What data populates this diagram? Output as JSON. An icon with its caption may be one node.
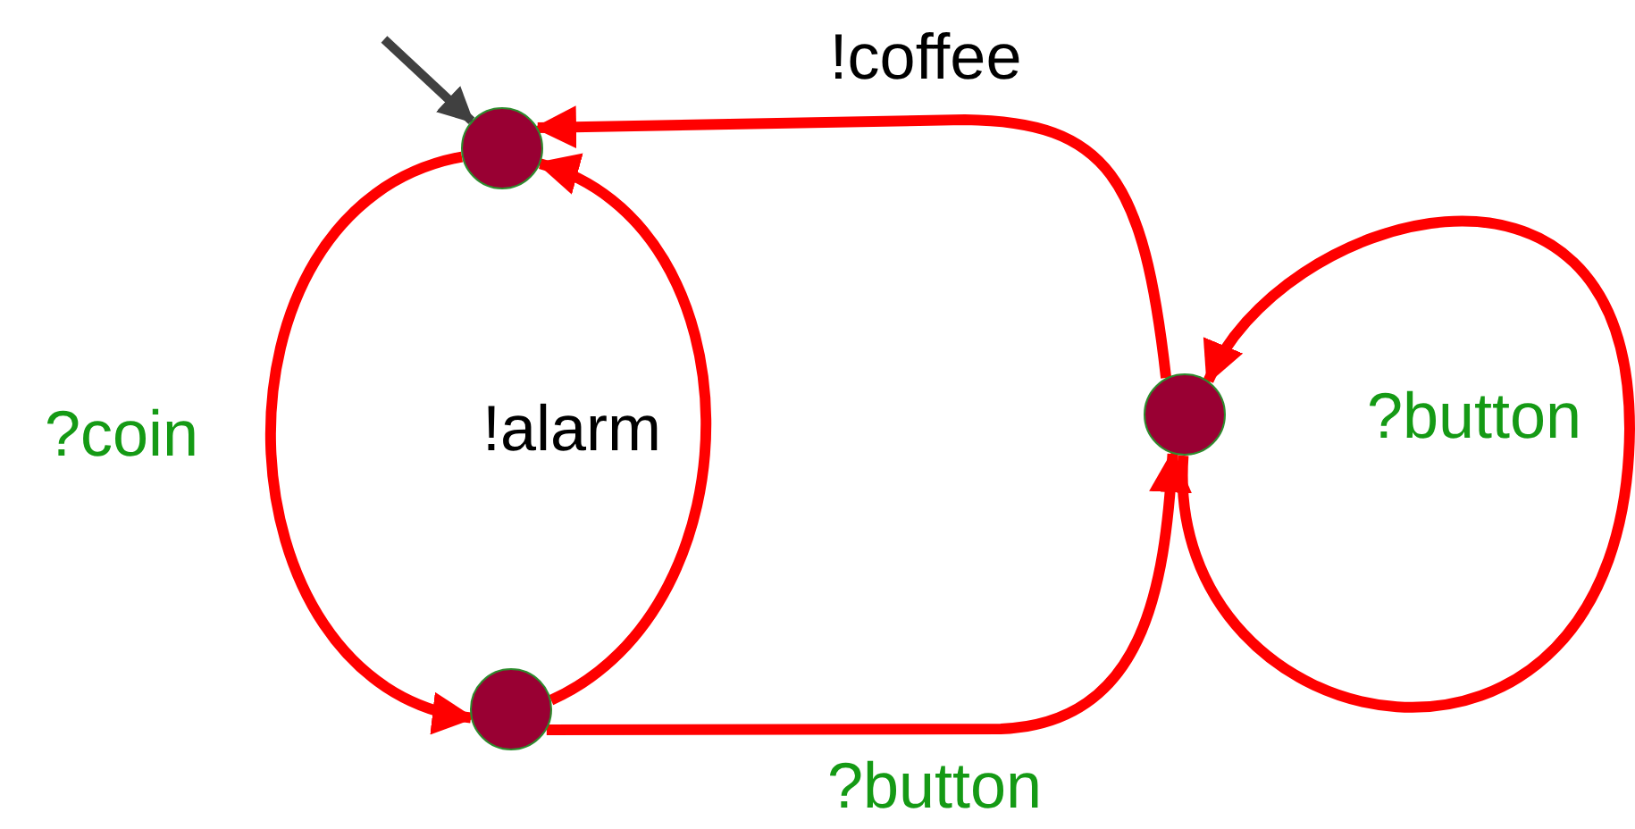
{
  "diagram": {
    "nodes": [
      {
        "text": [],
        "shape": "circle"
      },
      {
        "text": [],
        "shape": "circle"
      },
      {
        "text": [],
        "shape": "circle"
      }
    ],
    "edges": [
      {
        "from": null,
        "to": 0,
        "arrow": "to",
        "color": "#404040"
      },
      {
        "from": 0,
        "to": 1,
        "arrow": "to",
        "label": "?coin"
      },
      {
        "from": 1,
        "to": 0,
        "arrow": "to",
        "label": "!alarm"
      },
      {
        "from": 1,
        "to": 2,
        "arrow": "to",
        "label": "?button"
      },
      {
        "from": 2,
        "to": 0,
        "arrow": "to",
        "label": "!coffee"
      },
      {
        "from": 2,
        "to": 2,
        "arrow": "to",
        "label": "?button"
      }
    ]
  }
}
